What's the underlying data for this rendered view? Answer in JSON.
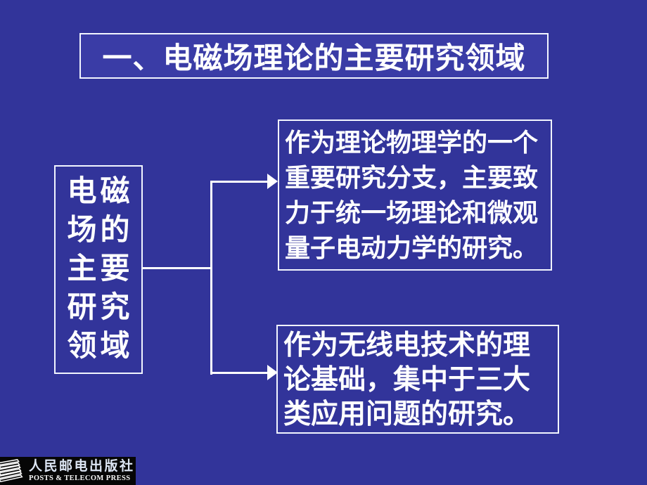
{
  "slide": {
    "title": "一、电磁场理论的主要研究领域",
    "root_box": {
      "lines": [
        "电磁",
        "场的",
        "主要",
        "研究",
        "领域"
      ]
    },
    "branch_top": {
      "lines": [
        "作为理论物理学的一个",
        "重要研究分支，主要致",
        "力于统一场理论和微观",
        "量子电动力学的研究。"
      ]
    },
    "branch_bottom": {
      "lines": [
        "作为无线电技术的理",
        "论基础，集中于三大",
        "类应用问题的研究。"
      ]
    },
    "publisher": {
      "name_cn": "人民邮电出版社",
      "name_en": "POSTS & TELECOM PRESS"
    }
  },
  "colors": {
    "slide-bg": "#32349A",
    "title-fill": "#3A3CA6",
    "connector": "#FFFFFF",
    "text": "#FFFFFF",
    "border": "#F2F5FF",
    "logo-bg": "#060606",
    "logo-cn": "#DDE6F4",
    "logo-en": "#F8F8F8"
  }
}
